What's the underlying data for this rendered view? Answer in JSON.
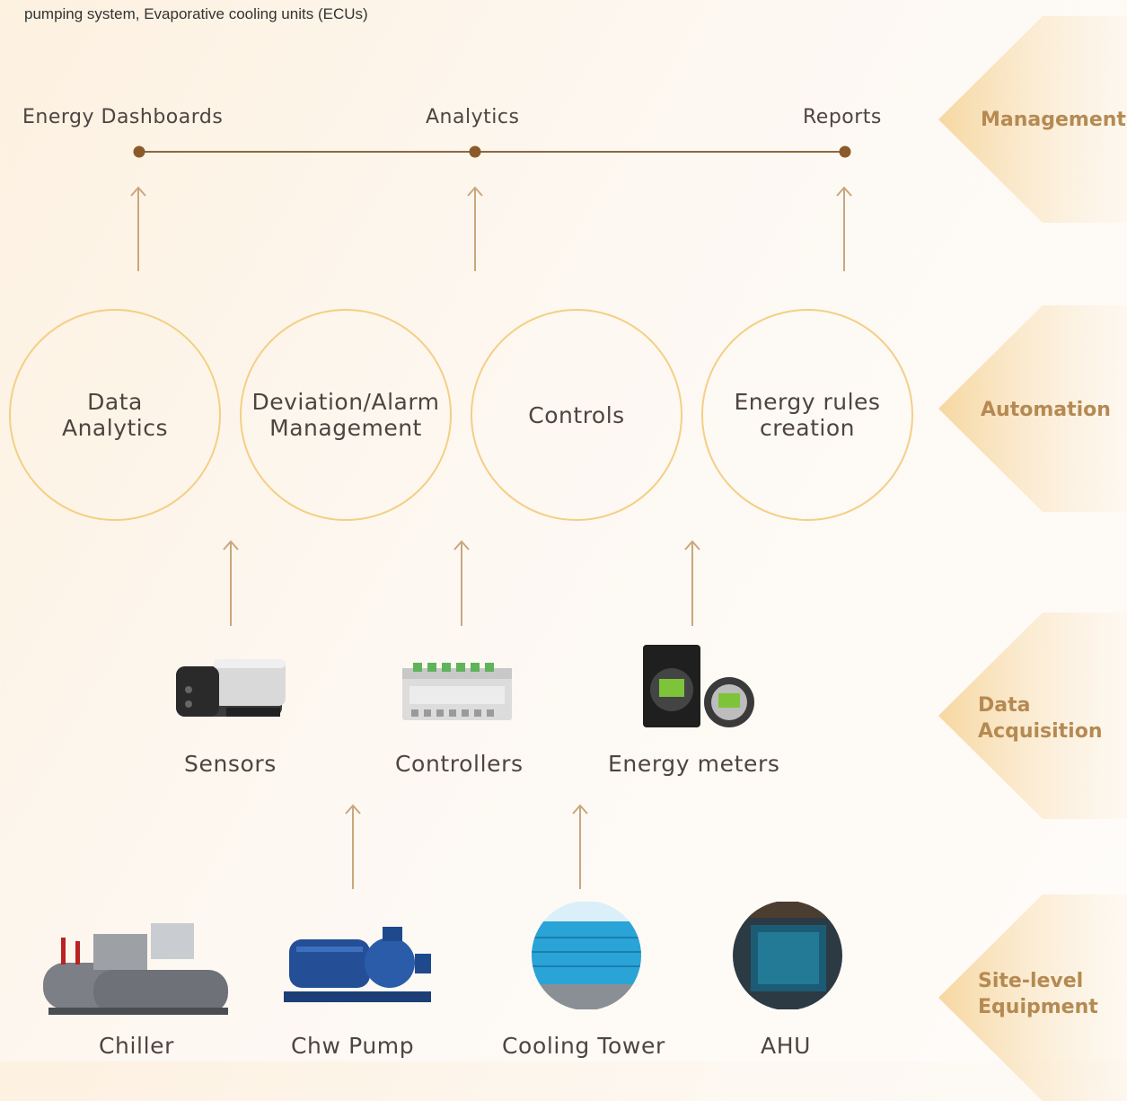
{
  "intro_text": "pumping system, Evaporative cooling units (ECUs)",
  "management": {
    "items": [
      "Energy Dashboards",
      "Analytics",
      "Reports"
    ]
  },
  "automation": {
    "circles": [
      {
        "line1": "Data",
        "line2": "Analytics"
      },
      {
        "line1": "Deviation/Alarm",
        "line2": "Management"
      },
      {
        "line1": "Controls",
        "line2": ""
      },
      {
        "line1": "Energy rules",
        "line2": "creation"
      }
    ]
  },
  "data_acquisition": {
    "items": [
      {
        "label": "Sensors",
        "icon": "sensor-device-icon"
      },
      {
        "label": "Controllers",
        "icon": "controller-module-icon"
      },
      {
        "label": "Energy meters",
        "icon": "energy-meter-icon"
      }
    ]
  },
  "equipment": {
    "items": [
      {
        "label": "Chiller",
        "icon": "chiller-icon"
      },
      {
        "label": "Chw Pump",
        "icon": "pump-icon"
      },
      {
        "label": "Cooling Tower",
        "icon": "cooling-tower-icon"
      },
      {
        "label": "AHU",
        "icon": "ahu-icon"
      }
    ]
  },
  "tiers": [
    {
      "line1": "Management",
      "line2": ""
    },
    {
      "line1": "Automation",
      "line2": ""
    },
    {
      "line1": "Data",
      "line2": "Acquisition"
    },
    {
      "line1": "Site-level",
      "line2": "Equipment"
    }
  ],
  "colors": {
    "accent": "#f4cf85",
    "arrow": "#c9a77e",
    "timeline": "#8b6a3e",
    "tier_text": "#b58a52"
  }
}
